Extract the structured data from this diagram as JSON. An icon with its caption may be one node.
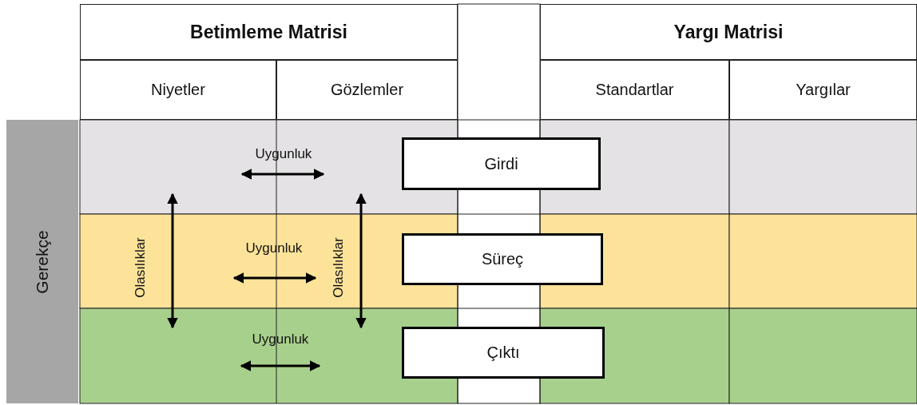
{
  "diagram": {
    "nodes": [
      {
        "text": [
          "Betimleme Matrisi"
        ]
      },
      {
        "text": [
          "Niyetler"
        ]
      },
      {
        "text": [
          "Gözlemler"
        ]
      },
      {
        "text": [
          "Yargı Matrisi"
        ]
      },
      {
        "text": [
          "Standartlar"
        ]
      },
      {
        "text": [
          "Yargılar"
        ]
      },
      {
        "text": [
          "Gerekçe"
        ]
      },
      {
        "text": [
          "Girdi"
        ]
      },
      {
        "text": [
          "Süreç"
        ]
      },
      {
        "text": [
          "Çıktı"
        ]
      }
    ],
    "labels": [
      "Uygunluk",
      "Olasılıklar",
      "Uygunluk",
      "Olasılıklar",
      "Uygunluk"
    ]
  }
}
